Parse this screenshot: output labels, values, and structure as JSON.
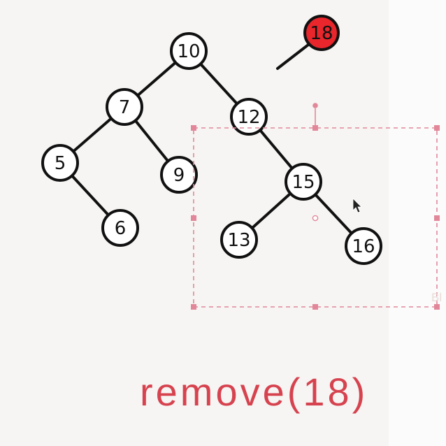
{
  "tree": {
    "nodes": [
      {
        "label": "10"
      },
      {
        "label": "7"
      },
      {
        "label": "12"
      },
      {
        "label": "5"
      },
      {
        "label": "9"
      },
      {
        "label": "6"
      },
      {
        "label": "15"
      },
      {
        "label": "13"
      },
      {
        "label": "16"
      }
    ],
    "edges": [
      [
        "10",
        "7"
      ],
      [
        "10",
        "12"
      ],
      [
        "7",
        "5"
      ],
      [
        "7",
        "9"
      ],
      [
        "5",
        "6"
      ],
      [
        "12",
        "15"
      ],
      [
        "15",
        "13"
      ],
      [
        "15",
        "16"
      ]
    ]
  },
  "removed_node": {
    "label": "18"
  },
  "caption": "remove(18)",
  "watermark": "Bl",
  "colors": {
    "ink": "#111111",
    "node_fill": "#ffffff",
    "removed_fill": "#e8262b",
    "caption": "#d6434f",
    "selection": "#e2879a",
    "background": "#f6f5f3",
    "watermark": "#e8dcd8"
  }
}
